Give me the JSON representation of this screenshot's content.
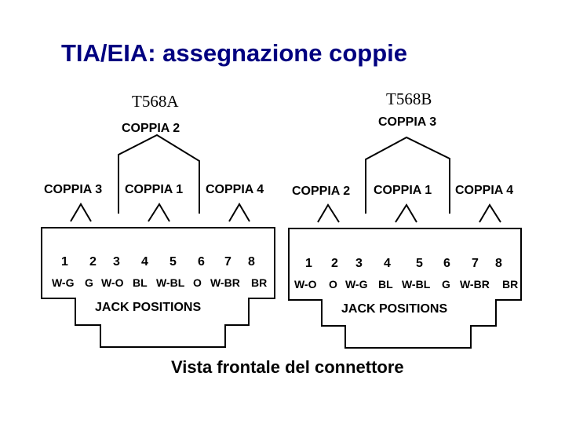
{
  "title": "TIA/EIA: assegnazione coppie",
  "footer": "Vista frontale del connettore",
  "connectors": [
    {
      "standard": "T568A",
      "top_pair": "COPPIA 2",
      "lower_pairs": [
        "COPPIA 3",
        "COPPIA 1",
        "COPPIA 4"
      ],
      "pins": [
        "1",
        "2",
        "3",
        "4",
        "5",
        "6",
        "7",
        "8"
      ],
      "colors": [
        "W-G",
        "G",
        "W-O",
        "BL",
        "W-BL",
        "O",
        "W-BR",
        "BR"
      ],
      "jack_label": "JACK POSITIONS"
    },
    {
      "standard": "T568B",
      "top_pair": "COPPIA 3",
      "lower_pairs": [
        "COPPIA 2",
        "COPPIA 1",
        "COPPIA 4"
      ],
      "pins": [
        "1",
        "2",
        "3",
        "4",
        "5",
        "6",
        "7",
        "8"
      ],
      "colors": [
        "W-O",
        "O",
        "W-G",
        "BL",
        "W-BL",
        "G",
        "W-BR",
        "BR"
      ],
      "jack_label": "JACK POSITIONS"
    }
  ]
}
